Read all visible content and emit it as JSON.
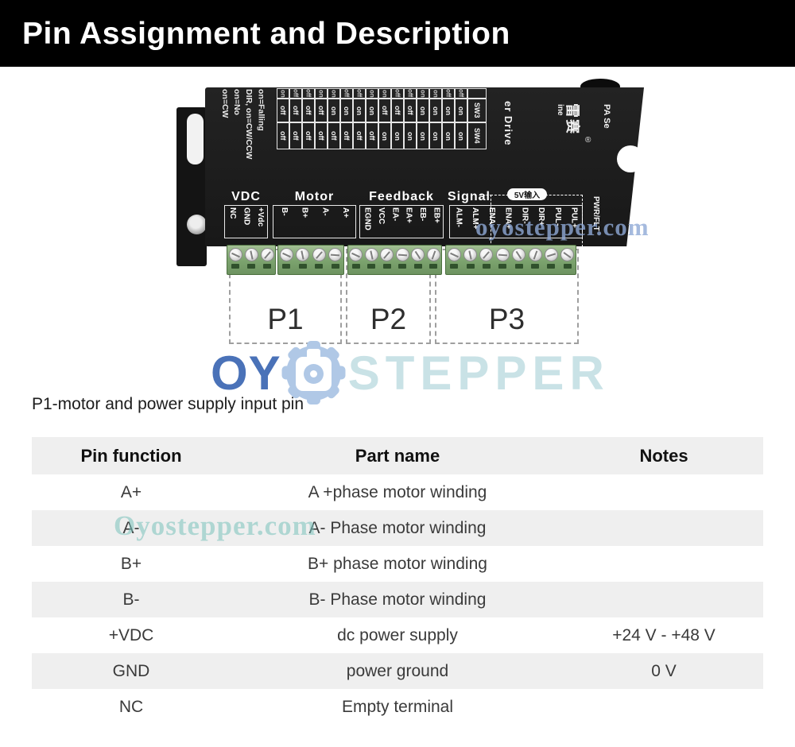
{
  "header": {
    "title": "Pin Assignment and Description"
  },
  "driver": {
    "dip_notes": [
      "on=CW",
      "on=No",
      "DIR, on=CW/CCW",
      "on=Falling"
    ],
    "dip_table": {
      "clipped_row": [
        "on",
        "off",
        "off",
        "on",
        "on",
        "off",
        "off",
        "on",
        "on",
        "off",
        "off",
        "on",
        "on",
        "off",
        "off",
        ""
      ],
      "sw3_row": [
        "off",
        "off",
        "off",
        "off",
        "on",
        "on",
        "on",
        "on",
        "off",
        "off",
        "off",
        "on",
        "on",
        "on",
        "on",
        "SW3"
      ],
      "sw4_row": [
        "off",
        "off",
        "off",
        "off",
        "off",
        "off",
        "off",
        "off",
        "on",
        "on",
        "on",
        "on",
        "on",
        "on",
        "on",
        "SW4"
      ]
    },
    "brand": {
      "partial": "ine",
      "chars": "雷赛",
      "registered": "®",
      "series": "PA Se",
      "drive": "er Drive"
    },
    "status_label": "PWR/FLT",
    "signal_badge": "5V输入",
    "sections": [
      {
        "label": "VDC",
        "pins": [
          "NC",
          "GND",
          "+Vdc"
        ],
        "screws": 3
      },
      {
        "label": "Motor",
        "pins": [
          "B-",
          "B+",
          "A-",
          "A+"
        ],
        "screws": 4
      },
      {
        "label": "Feedback",
        "pins": [
          "EGND",
          "VCC",
          "EA-",
          "EA+",
          "EB-",
          "EB+"
        ],
        "screws": 6
      },
      {
        "label": "Signal",
        "pins": [
          "ALM-",
          "ALM+",
          "ENA-",
          "ENA+",
          "DIR-",
          "DIR+",
          "PUL-",
          "PUL+"
        ],
        "screws": 8
      }
    ],
    "connectors": {
      "p1": "P1",
      "p2": "P2",
      "p3": "P3"
    }
  },
  "watermarks": {
    "logo_left": "OY",
    "logo_right": "STEPPER",
    "site_driver": "oyostepper.com",
    "site_table": "Oyostepper.com"
  },
  "caption": "P1-motor and power supply input pin",
  "table": {
    "columns": [
      "Pin function",
      "Part name",
      "Notes"
    ],
    "rows": [
      [
        "A+",
        "A +phase motor winding",
        ""
      ],
      [
        "A-",
        "A- Phase motor winding",
        ""
      ],
      [
        "B+",
        "B+ phase motor winding",
        ""
      ],
      [
        "B-",
        "B- Phase motor winding",
        ""
      ],
      [
        "+VDC",
        "dc power supply",
        "+24 V - +48 V"
      ],
      [
        "GND",
        "power ground",
        "0 V"
      ],
      [
        "NC",
        "Empty terminal",
        ""
      ]
    ]
  },
  "colors": {
    "accent_blue": "#4a72b8",
    "pale_teal": "#c9e2e6",
    "terminal_green": "#7fa671",
    "table_stripe": "#efefef"
  }
}
